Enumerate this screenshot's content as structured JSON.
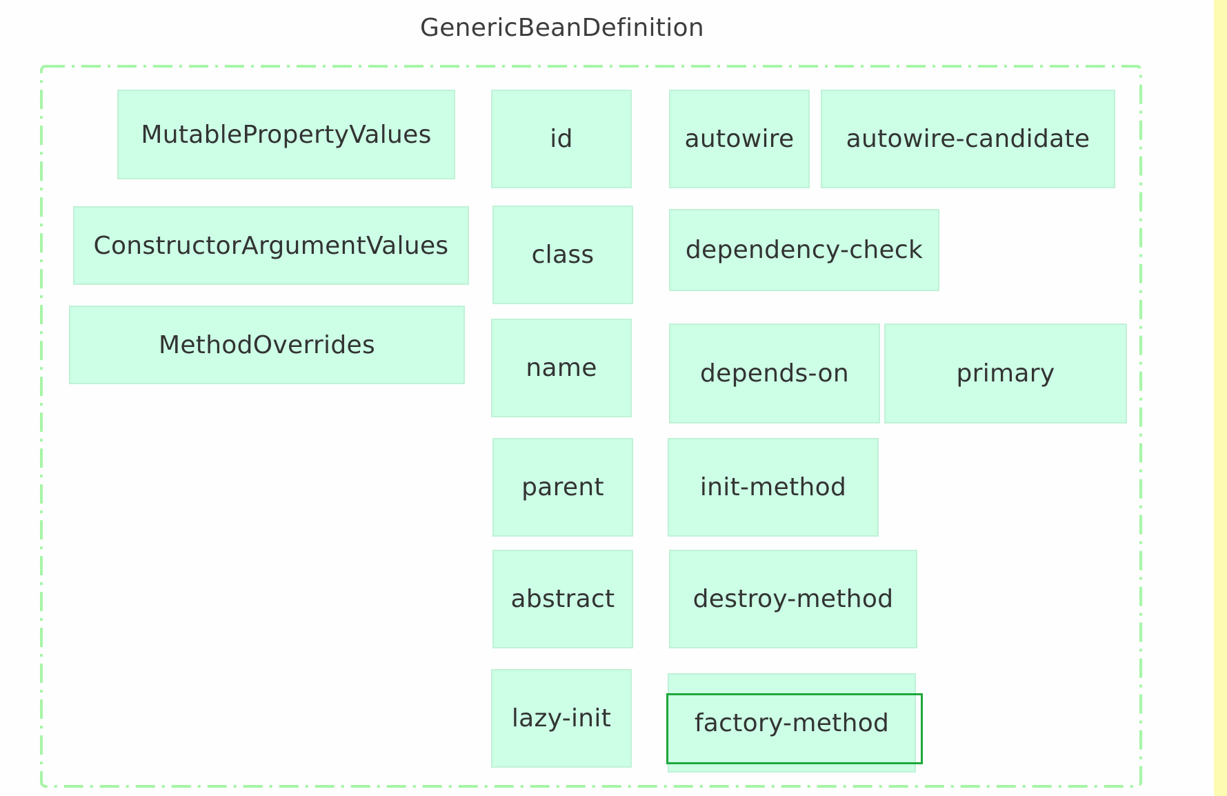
{
  "diagram": {
    "title": "GenericBeanDefinition",
    "colors": {
      "box_fill": "#ccffe6",
      "box_border": "#bff2d7",
      "frame_dash": "#a6f5a6",
      "selection": "#1ea83c",
      "side_strip": "#fdfbb2"
    },
    "left_column": [
      "MutablePropertyValues",
      "ConstructorArgumentValues",
      "MethodOverrides"
    ],
    "middle_column": [
      "id",
      "class",
      "name",
      "parent",
      "abstract",
      "lazy-init"
    ],
    "right_column": [
      "autowire",
      "autowire-candidate",
      "dependency-check",
      "depends-on",
      "primary",
      "init-method",
      "destroy-method",
      "factory-method"
    ],
    "selected_node": "factory-method"
  }
}
